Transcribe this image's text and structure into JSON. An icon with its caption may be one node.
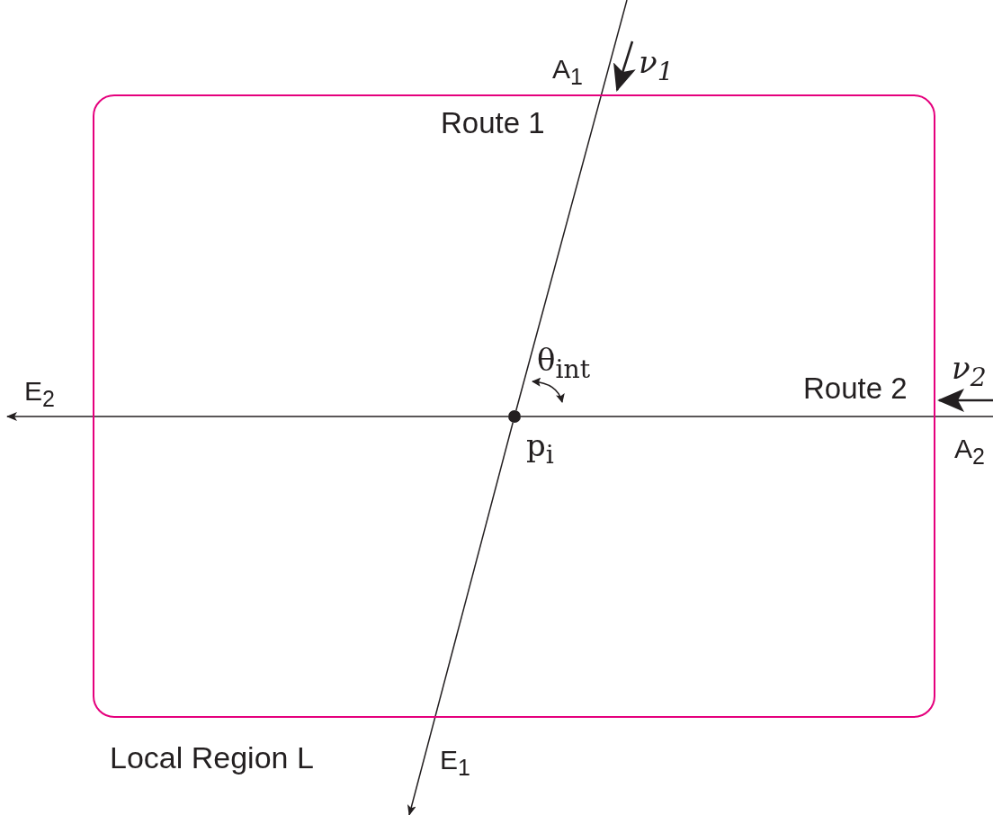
{
  "diagram": {
    "nodes": [
      {
        "text": [
          "Local Region L"
        ]
      },
      {
        "text": [],
        "shape": "circle",
        "in": 0
      }
    ],
    "edges": [
      {
        "from": null,
        "to": 1,
        "arrow": "none",
        "label": "Route 1"
      },
      {
        "from": 1,
        "to": null,
        "arrow": "to"
      },
      {
        "from": null,
        "to": 1,
        "arrow": "none",
        "label": "Route 2"
      },
      {
        "from": 1,
        "to": null,
        "arrow": "to"
      }
    ],
    "labels": [
      "A$_{1}$",
      "ν$_{1}$",
      "θ$_{int}$",
      "ν$_{2}$",
      "E$_{2}$",
      "p$_{i}$",
      "A$_{2}$",
      "E$_{1}$"
    ]
  }
}
